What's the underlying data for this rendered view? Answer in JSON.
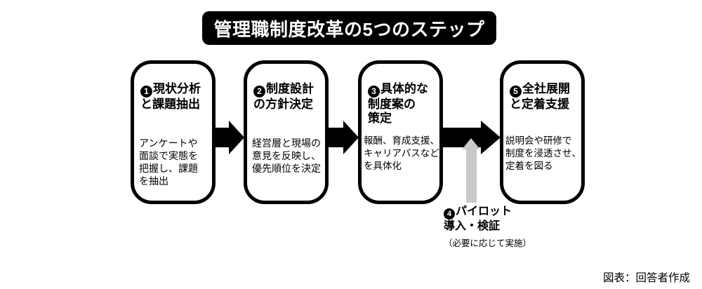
{
  "title": "管理職制度改革の5つのステップ",
  "steps": [
    {
      "num": "1",
      "title": "現状分析\nと課題抽出",
      "body": "アンケートや\n面談で実態を\n把握し、課題\nを抽出"
    },
    {
      "num": "2",
      "title": "制度設計\nの方針決定",
      "body": "経営層と現場の\n意見を反映し、\n優先順位を決定"
    },
    {
      "num": "3",
      "title": "具体的な\n制度案の\n策定",
      "body": "報酬、育成支援、\nキャリアパスなど\nを具体化"
    },
    {
      "num": "5",
      "title": "全社展開\nと定着支援",
      "body": "説明会や研修で\n制度を浸透させ、\n定着を図る"
    }
  ],
  "pilot_step": {
    "num": "4",
    "title": "パイロット\n導入・検証",
    "note": "（必要に応じて実施）"
  },
  "attribution": "図表：回答者作成",
  "colors": {
    "ink": "#000000",
    "gray_arrow": "#c9c9c9",
    "background": "#ffffff"
  }
}
